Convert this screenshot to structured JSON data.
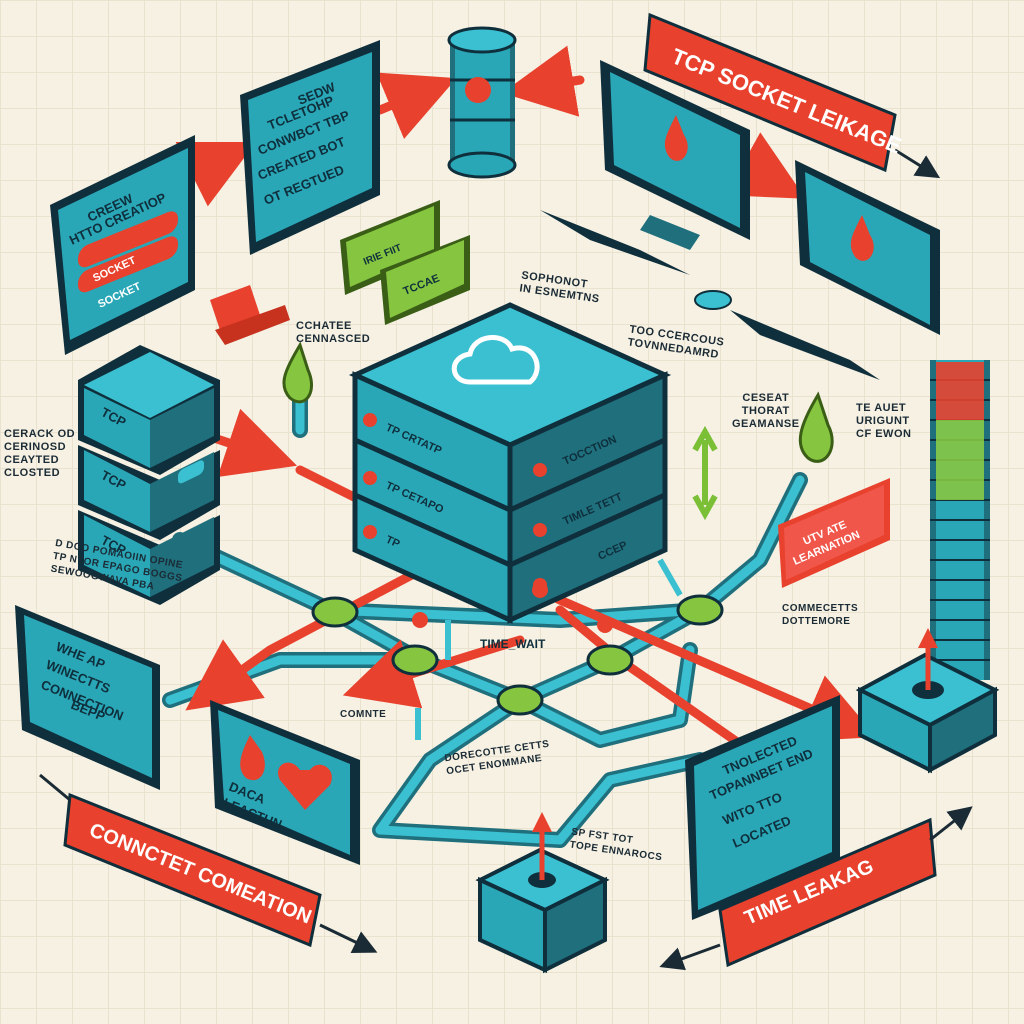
{
  "banners": {
    "top_right": "TCP SOCKET LEIKAGE",
    "bottom_left": "CONNCTET COMEATION",
    "bottom_right": "TIME LEAKAG"
  },
  "panels": {
    "top_left": {
      "lines": [
        "CREEW",
        "HTTO CREATIOP"
      ],
      "buttons": [
        "SOCKET",
        "SOCKET"
      ]
    },
    "top_mid": {
      "lines": [
        "SEDW",
        "TCLETOHP",
        "CONWBCT TBP",
        "CREATED BOT",
        "OT REGTUED"
      ]
    },
    "left_mid": {
      "lines": [
        "WHE AP",
        "WINECTTS",
        "CONNECTION",
        "BEPP"
      ]
    },
    "bottom_mid": {
      "lines": [
        "DACA",
        "LEACTUN"
      ]
    },
    "bottom_right": {
      "lines": [
        "TNOLECTED",
        "TOPANNBET END",
        "WITO TTO",
        "LOCATED"
      ]
    },
    "right_small": {
      "lines": [
        "UTV ATE",
        "LEARNATION"
      ]
    }
  },
  "tags": {
    "green_1": "IRIE FIIT",
    "green_2": "TCCAE"
  },
  "stack_labels": [
    "TCP",
    "TCP",
    "TCP"
  ],
  "server_slots": [
    "TP CRTATP",
    "TP CETAPO",
    "TP"
  ],
  "server_right_labels": [
    "TOCCTION",
    "TIMLE TETT",
    "CCEP"
  ],
  "time_wait": "TIME_WAIT",
  "annotations": {
    "a1": [
      "SOPHONOT",
      "IN ESNEMTNS"
    ],
    "a2": [
      "TOO CCERCOUS",
      "TOVNNEDAMRD"
    ],
    "a3": [
      "CCHATEE",
      "CENNASCED"
    ],
    "a4": [
      "CERACK OD",
      "CERINOSD",
      "CEAYTED",
      "CLOSTED"
    ],
    "a5": [
      "D DCO POMAOIIN OPINE",
      "TP NTOR EPAGO BOGGS",
      "SEWOOGWAVA PBA"
    ],
    "a6": [
      "CESEAT",
      "THORAT",
      "GEAMANSE"
    ],
    "a7": [
      "TE AUET",
      "URIGUNT",
      "CF EWON"
    ],
    "a8": [
      "COMMECETTS",
      "DOTTEMORE"
    ],
    "a9": [
      "COMNTE"
    ],
    "a10": [
      "DORECOTTE CETTS",
      "OCET ENOMMANE"
    ],
    "a11": [
      "SP FST TOT",
      "TOPE ENNAROCS"
    ]
  },
  "colors": {
    "teal": "#2aa7b7",
    "teal_dark": "#1f6f7d",
    "red": "#e8412d",
    "green": "#86c540",
    "navy": "#0f2f3c",
    "paper": "#f6f1e3"
  }
}
